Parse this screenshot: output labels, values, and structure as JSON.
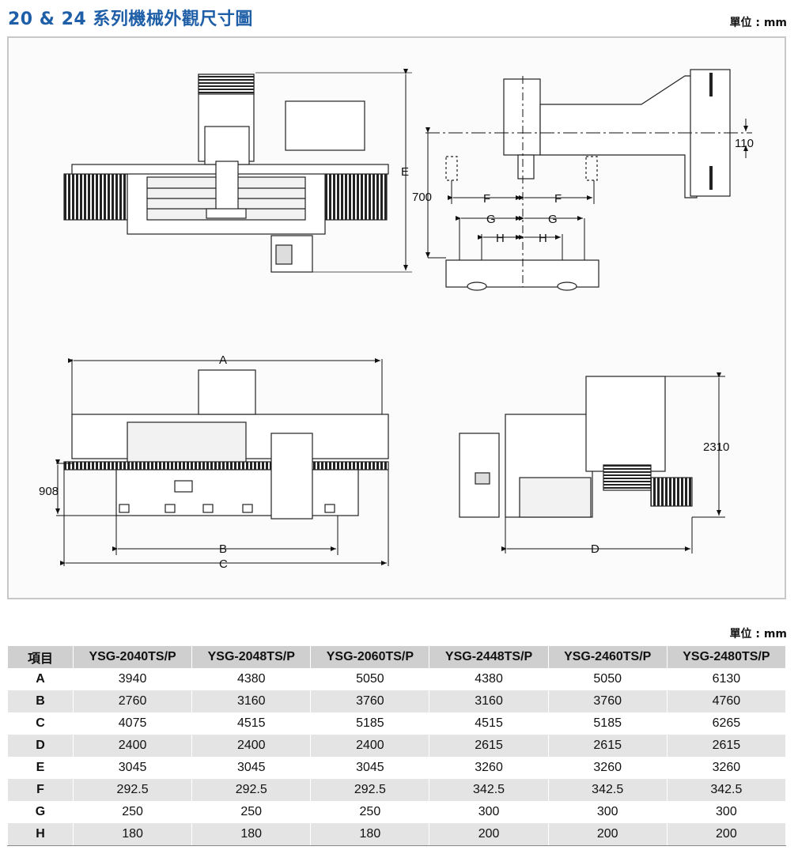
{
  "header": {
    "title": "20 & 24 系列機械外觀尺寸圖",
    "unit_label": "單位 : mm"
  },
  "drawing": {
    "labels": {
      "A": "A",
      "B": "B",
      "C": "C",
      "D": "D",
      "E": "E",
      "F": "F",
      "G": "G",
      "H": "H",
      "dim_700": "700",
      "dim_110": "110",
      "dim_908": "908",
      "dim_2310": "2310"
    }
  },
  "table": {
    "unit_label": "單位 : mm",
    "columns": [
      "項目",
      "YSG-2040TS/P",
      "YSG-2048TS/P",
      "YSG-2060TS/P",
      "YSG-2448TS/P",
      "YSG-2460TS/P",
      "YSG-2480TS/P"
    ],
    "rows": [
      [
        "A",
        "3940",
        "4380",
        "5050",
        "4380",
        "5050",
        "6130"
      ],
      [
        "B",
        "2760",
        "3160",
        "3760",
        "3160",
        "3760",
        "4760"
      ],
      [
        "C",
        "4075",
        "4515",
        "5185",
        "4515",
        "5185",
        "6265"
      ],
      [
        "D",
        "2400",
        "2400",
        "2400",
        "2615",
        "2615",
        "2615"
      ],
      [
        "E",
        "3045",
        "3045",
        "3045",
        "3260",
        "3260",
        "3260"
      ],
      [
        "F",
        "292.5",
        "292.5",
        "292.5",
        "342.5",
        "342.5",
        "342.5"
      ],
      [
        "G",
        "250",
        "250",
        "250",
        "300",
        "300",
        "300"
      ],
      [
        "H",
        "180",
        "180",
        "180",
        "200",
        "200",
        "200"
      ]
    ]
  }
}
